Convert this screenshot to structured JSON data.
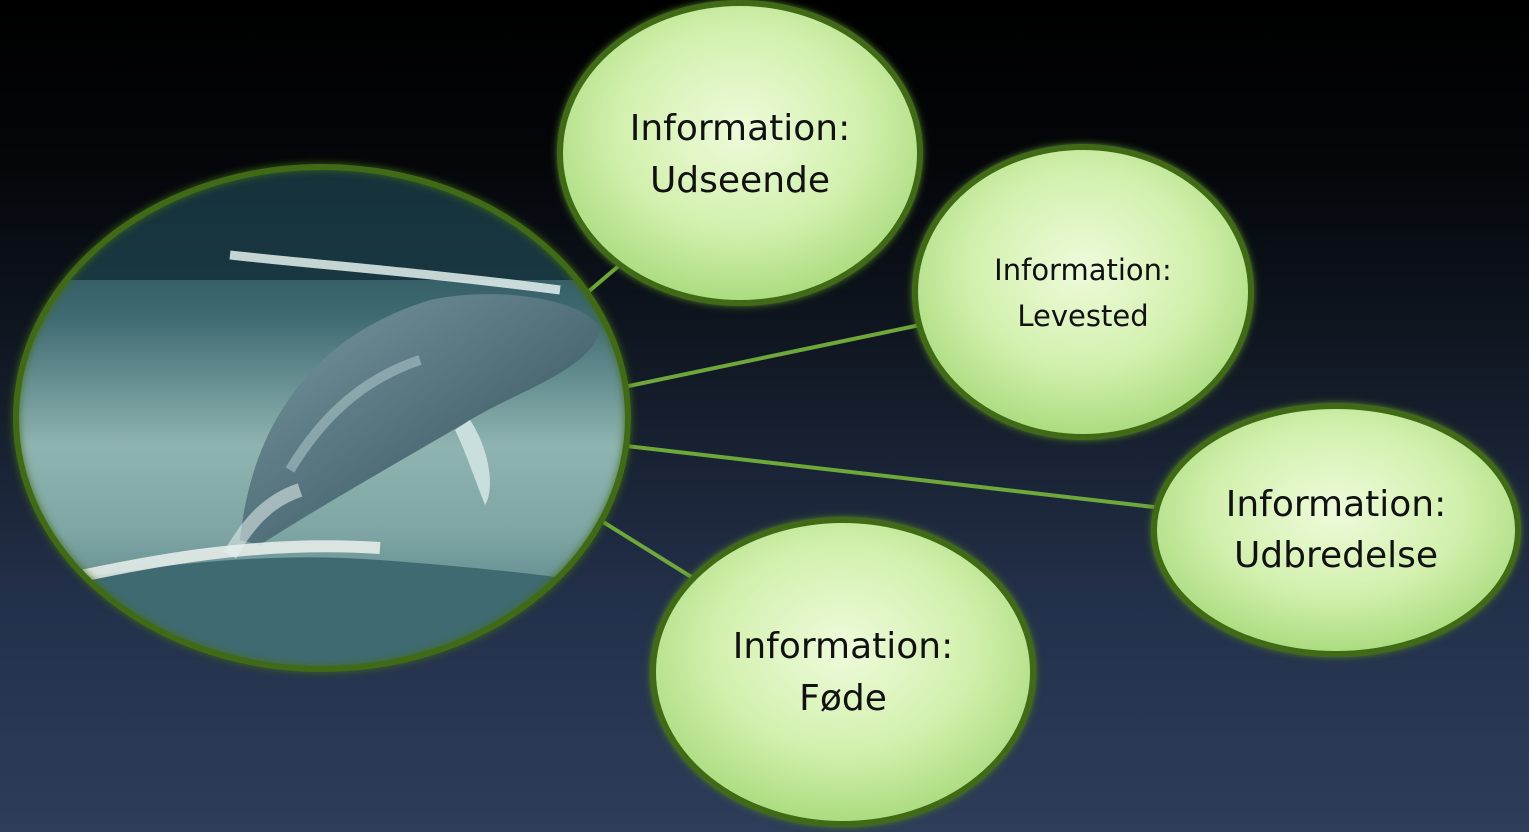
{
  "center_image": {
    "subject": "humpback-whale-breaching-photo"
  },
  "colors": {
    "bubble_fill_light": "#e9f9d2",
    "bubble_fill_dark": "#a9dd7e",
    "bubble_border": "#3f6a18",
    "connector": "#6fa83a",
    "text": "#111111"
  },
  "bubbles": [
    {
      "line1": "Information:",
      "line2": "Udseende"
    },
    {
      "line1": "Information:",
      "line2": "Levested"
    },
    {
      "line1": "Information:",
      "line2": "Udbredelse"
    },
    {
      "line1": "Information:",
      "line2": "Føde"
    }
  ]
}
